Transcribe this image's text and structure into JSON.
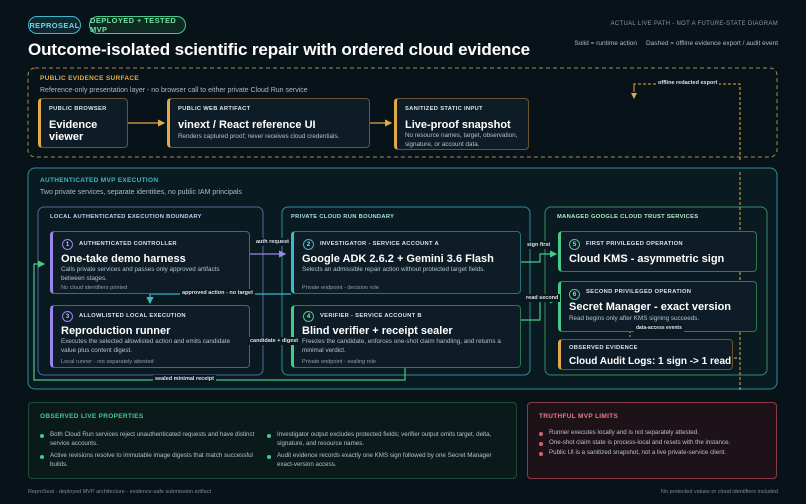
{
  "header": {
    "brand": "REPROSEAL",
    "status": "DEPLOYED + TESTED MVP",
    "note": "ACTUAL LIVE PATH - NOT A FUTURE-STATE DIAGRAM",
    "title": "Outcome-isolated scientific repair with ordered cloud evidence",
    "legend": "Solid = runtime action     Dashed = offline evidence export / audit event"
  },
  "public_surface": {
    "heading": "PUBLIC EVIDENCE SURFACE",
    "desc": "Reference-only presentation layer - no browser call to either private Cloud Run service",
    "export_label": "offline redacted export",
    "boxes": [
      {
        "label": "PUBLIC BROWSER",
        "title": "Evidence viewer",
        "text": ""
      },
      {
        "label": "PUBLIC WEB ARTIFACT",
        "title": "vinext / React reference UI",
        "text": "Renders captured proof; never receives cloud credentials."
      },
      {
        "label": "SANITIZED STATIC INPUT",
        "title": "Live-proof snapshot",
        "text": "No resource names, target, observation, signature, or account data."
      }
    ]
  },
  "auth_exec": {
    "heading": "AUTHENTICATED MVP EXECUTION",
    "desc": "Two private services, separate identities, no public IAM principals",
    "local_boundary": "LOCAL AUTHENTICATED EXECUTION BOUNDARY",
    "cloud_boundary": "PRIVATE CLOUD RUN BOUNDARY",
    "trust_boundary": "MANAGED GOOGLE CLOUD TRUST SERVICES",
    "steps": [
      {
        "num": "1",
        "label": "AUTHENTICATED CONTROLLER",
        "title": "One-take demo harness",
        "text": "Calls private services and passes only approved artifacts between stages.",
        "foot": "No cloud identifiers printed"
      },
      {
        "num": "2",
        "label": "INVESTIGATOR - SERVICE ACCOUNT A",
        "title": "Google ADK 2.6.2 + Gemini 3.6 Flash",
        "text": "Selects an admissible repair action without protected target fields.",
        "foot": "Private endpoint - decision role"
      },
      {
        "num": "3",
        "label": "ALLOWLISTED LOCAL EXECUTION",
        "title": "Reproduction runner",
        "text": "Executes the selected allowlisted action and emits candidate value plus content digest.",
        "foot": "Local runner - not separately attested"
      },
      {
        "num": "4",
        "label": "VERIFIER - SERVICE ACCOUNT B",
        "title": "Blind verifier + receipt sealer",
        "text": "Freezes the candidate, enforces one-shot claim handling, and returns a minimal verdict.",
        "foot": "Private endpoint - sealing role"
      },
      {
        "num": "5",
        "label": "FIRST PRIVILEGED OPERATION",
        "title": "Cloud KMS - asymmetric sign",
        "text": "",
        "foot": ""
      },
      {
        "num": "6",
        "label": "SECOND PRIVILEGED OPERATION",
        "title": "Secret Manager - exact version",
        "text": "Read begins only after KMS signing succeeds.",
        "foot": ""
      }
    ],
    "audit": {
      "label": "OBSERVED EVIDENCE",
      "title": "Cloud Audit Logs: 1 sign -> 1 read"
    },
    "arrows": {
      "auth_request": "auth request",
      "approved_action": "approved action - no target",
      "candidate_digest": "candidate + digest",
      "sealed_receipt": "sealed minimal receipt",
      "sign_first": "sign first",
      "read_second": "read second",
      "data_access": "data-access events"
    }
  },
  "observed": {
    "heading": "OBSERVED LIVE PROPERTIES",
    "left": [
      "Both Cloud Run services reject unauthenticated requests and have distinct service accounts.",
      "Active revisions resolve to immutable image digests that match successful builds."
    ],
    "right": [
      "Investigator output excludes protected fields; verifier output omits target, delta, signature, and resource names.",
      "Audit evidence records exactly one KMS sign followed by one Secret Manager exact-version access."
    ]
  },
  "limits": {
    "heading": "TRUTHFUL MVP LIMITS",
    "items": [
      "Runner executes locally and is not separately attested.",
      "One-shot claim state is process-local and resets with the instance.",
      "Public UI is a sanitized snapshot, not a live private-service client."
    ]
  },
  "footer": {
    "left": "ReproSeal - deployed MVP architecture - evidence-safe submission artifact",
    "right": "No protected values or cloud identifiers included"
  },
  "colors": {
    "teal": "#3fb7c9",
    "green": "#47c98a",
    "amber": "#e2a94a",
    "purple": "#9a86e8",
    "red": "#d9636c"
  }
}
